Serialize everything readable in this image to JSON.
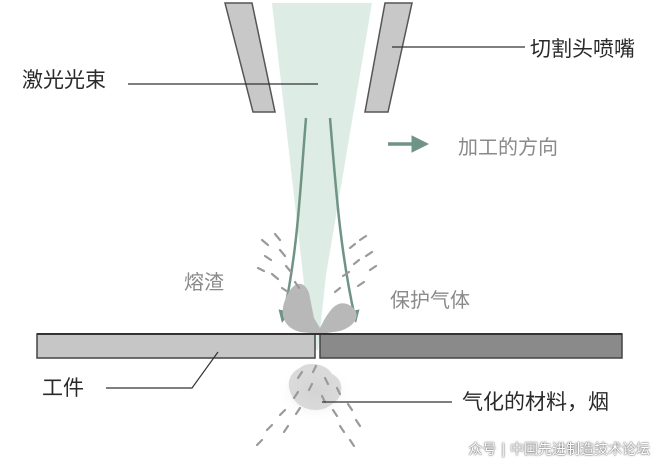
{
  "labels": {
    "laser_beam": "激光光束",
    "nozzle": "切割头喷嘴",
    "cut_direction": "加工的方向",
    "slag": "熔渣",
    "assist_gas": "保护气体",
    "workpiece": "工件",
    "vapor": "气化的材料，烟"
  },
  "watermark": {
    "text": "众号 | 中国先进制造技术论坛"
  },
  "colors": {
    "beam_fill": "#d9ebe2",
    "gas_arrow": "#6f9384",
    "nozzle_fill": "#c8c8c8",
    "nozzle_stroke": "#555555",
    "workpiece_light": "#c6c6c6",
    "workpiece_dark": "#8a8a8a",
    "debris": "#9a9a9a",
    "leader_line": "#333333"
  }
}
